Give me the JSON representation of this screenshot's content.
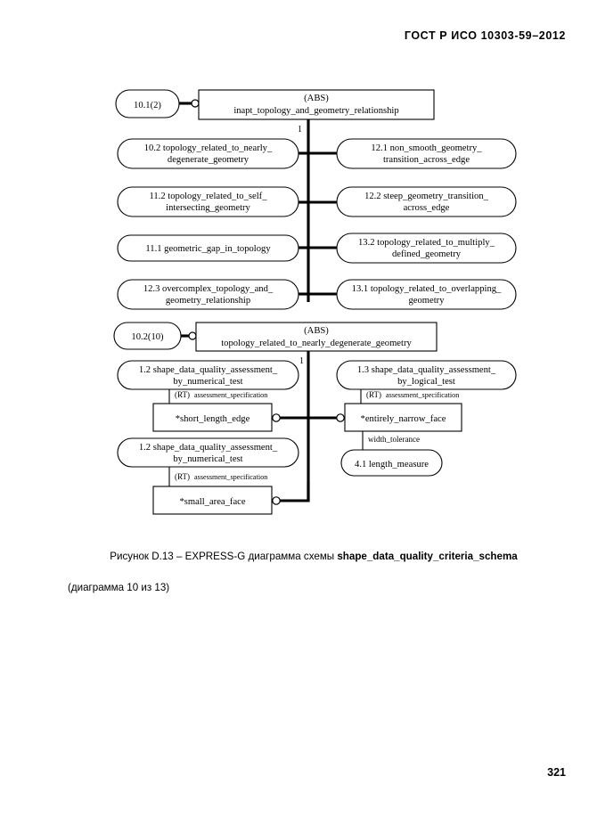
{
  "document": {
    "header": "ГОСТ Р ИСО 10303-59–2012",
    "page_number": "321"
  },
  "caption": {
    "prefix": "Рисунок D.13 – EXPRESS-G диаграмма схемы ",
    "schema_name": "shape_data_quality_criteria_schema",
    "line2": "(диаграмма 10 из 13)"
  },
  "diagram": {
    "upper": {
      "page_ref": "10.1(2)",
      "root": {
        "abs_label": "(ABS)",
        "name": "inapt_topology_and_geometry_relationship"
      },
      "cardinality": "1",
      "left_subtypes": [
        {
          "line1": "10.2  topology_related_to_nearly_",
          "line2": "degenerate_geometry"
        },
        {
          "line1": "11.2  topology_related_to_self_",
          "line2": "intersecting_geometry"
        },
        {
          "line1": "11.1  geometric_gap_in_topology",
          "line2": ""
        },
        {
          "line1": "12.3  overcomplex_topology_and_",
          "line2": "geometry_relationship"
        }
      ],
      "right_subtypes": [
        {
          "line1": "12.1  non_smooth_geometry_",
          "line2": "transition_across_edge"
        },
        {
          "line1": "12.2  steep_geometry_transition_",
          "line2": "across_edge"
        },
        {
          "line1": "13.2  topology_related_to_multiply_",
          "line2": "defined_geometry"
        },
        {
          "line1": "13.1  topology_related_to_overlapping_",
          "line2": "geometry"
        }
      ]
    },
    "lower": {
      "page_ref": "10.2(10)",
      "root": {
        "abs_label": "(ABS)",
        "name": "topology_related_to_nearly_degenerate_geometry"
      },
      "cardinality": "1",
      "ref_left_top": {
        "line1": "1.2  shape_data_quality_assessment_",
        "line2": "by_numerical_test"
      },
      "ref_right_top": {
        "line1": "1.3  shape_data_quality_assessment_",
        "line2": "by_logical_test"
      },
      "ref_left_bottom": {
        "line1": "1.2  shape_data_quality_assessment_",
        "line2": "by_numerical_test"
      },
      "role_left_top": {
        "rt": "(RT)",
        "name": "assessment_specification"
      },
      "role_right_top": {
        "rt": "(RT)",
        "name": "assessment_specification"
      },
      "role_left_bottom": {
        "rt": "(RT)",
        "name": "assessment_specification"
      },
      "entity_short_length_edge": "*short_length_edge",
      "entity_entirely_narrow_face": "*entirely_narrow_face",
      "entity_small_area_face": "*small_area_face",
      "attr_width_tolerance": "width_tolerance",
      "ref_length_measure": "4.1  length_measure"
    }
  }
}
